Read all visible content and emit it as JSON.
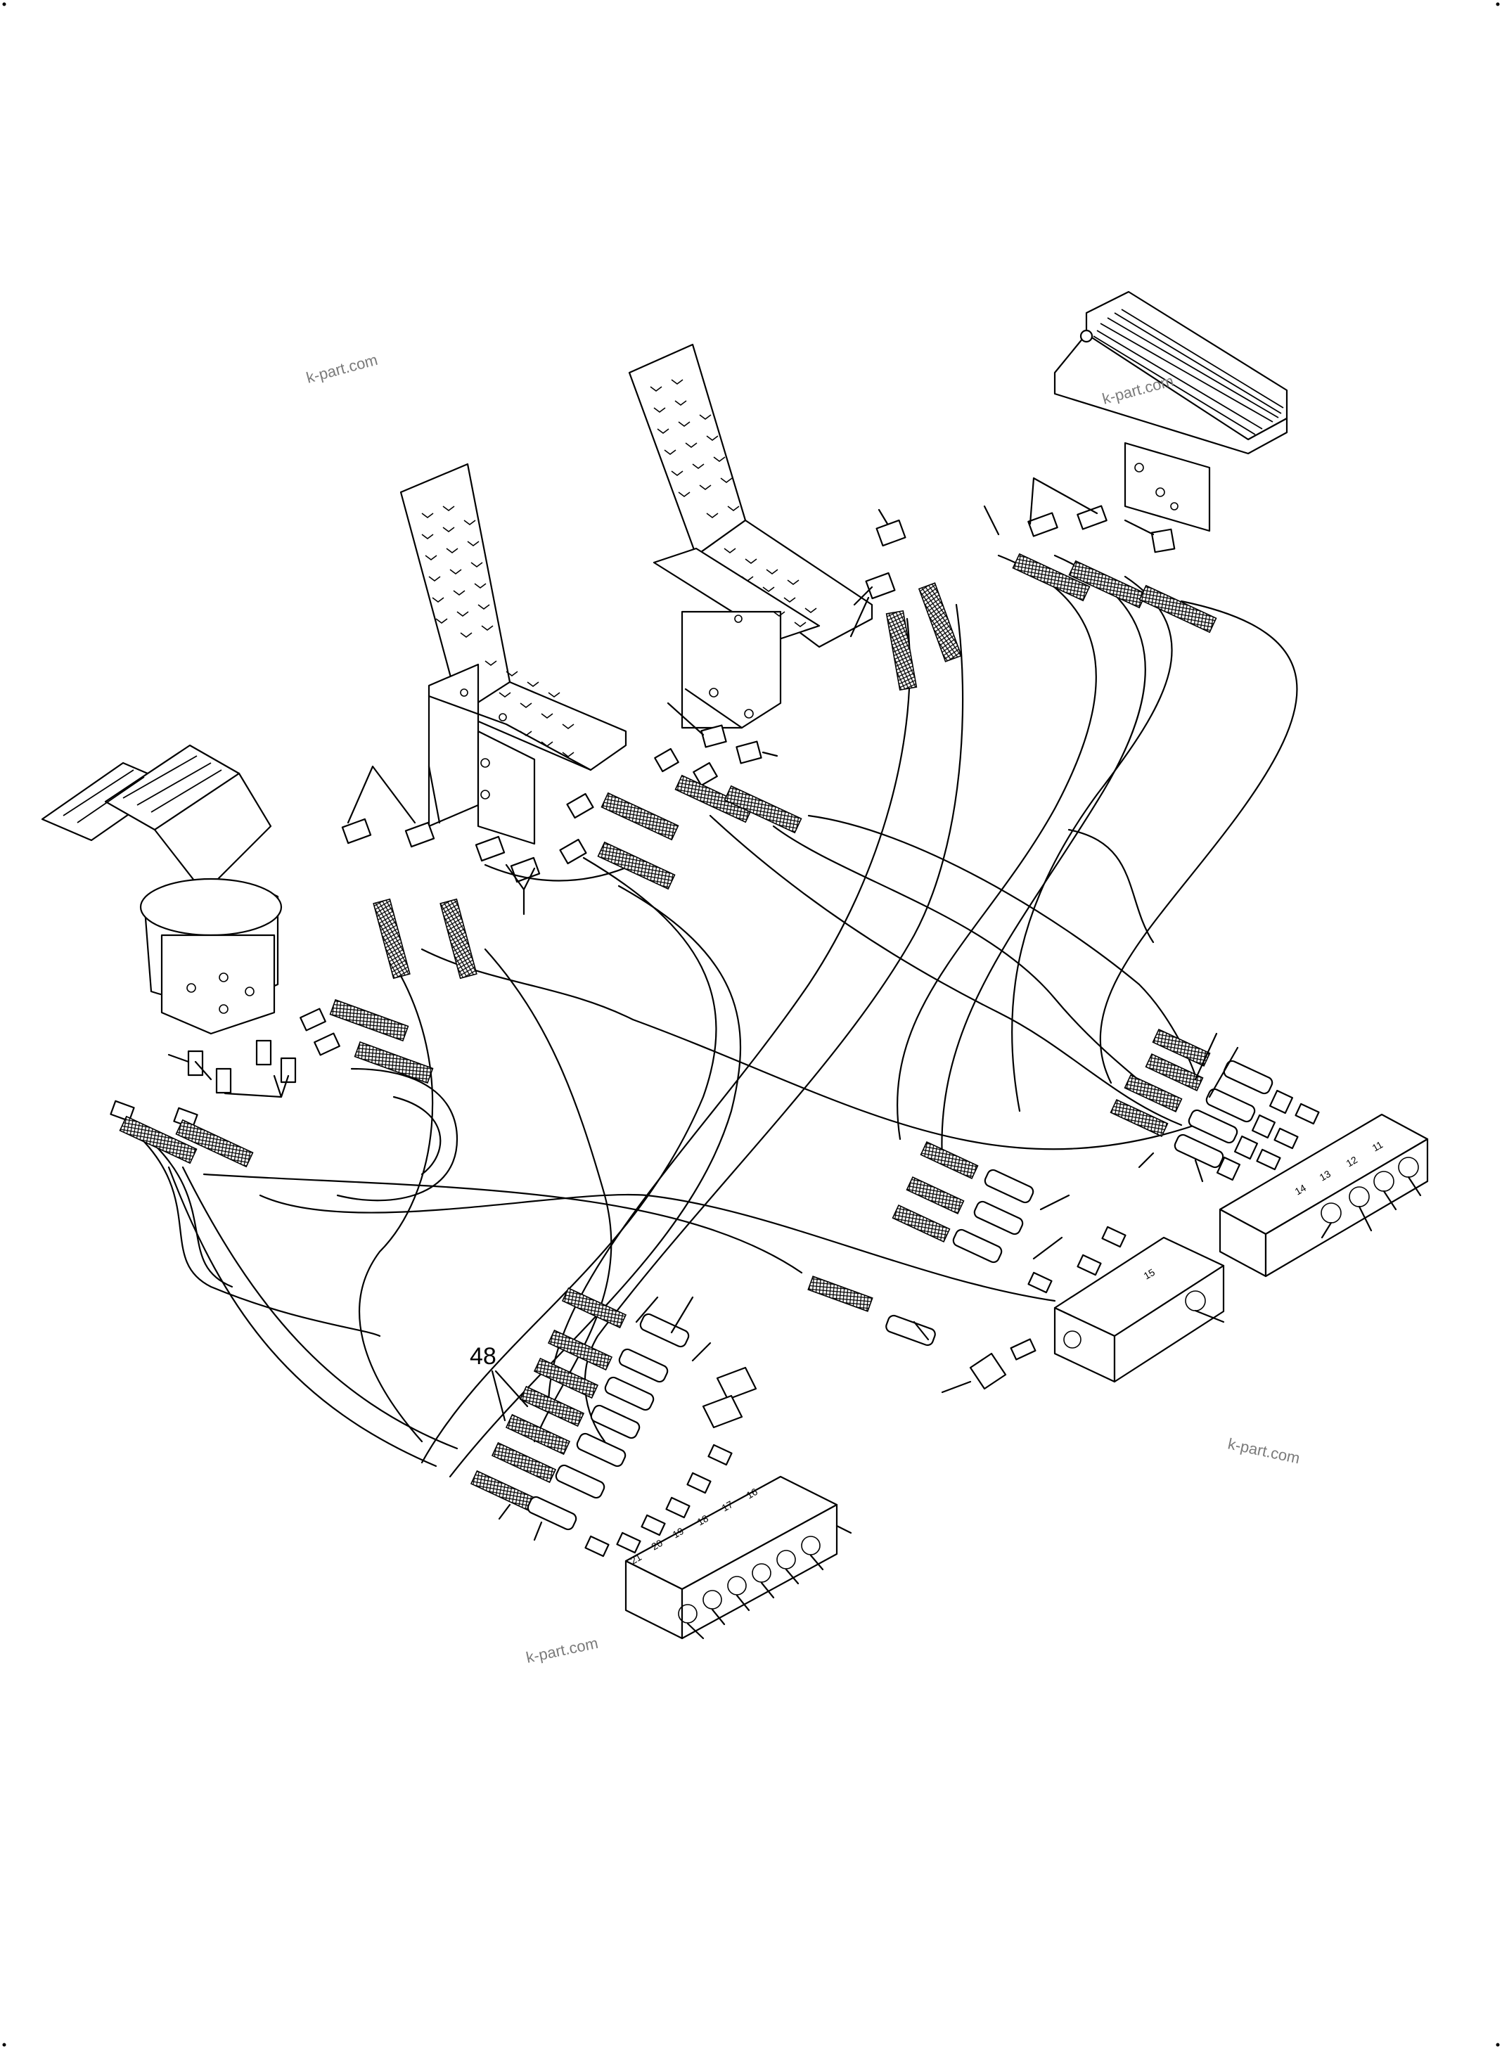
{
  "watermark": "k-part.com",
  "callouts": {
    "ref_48": "48"
  },
  "manifold_1": {
    "ports": [
      "14",
      "13",
      "12",
      "11"
    ]
  },
  "manifold_2": {
    "ports": [
      "15"
    ]
  },
  "manifold_3": {
    "ports": [
      "21",
      "20",
      "19",
      "18",
      "17",
      "16"
    ]
  },
  "icons": {
    "pedal": "foot-pedal-icon",
    "hose": "braided-hose-icon",
    "fitting": "hydraulic-fitting-icon",
    "block": "manifold-block-icon"
  }
}
